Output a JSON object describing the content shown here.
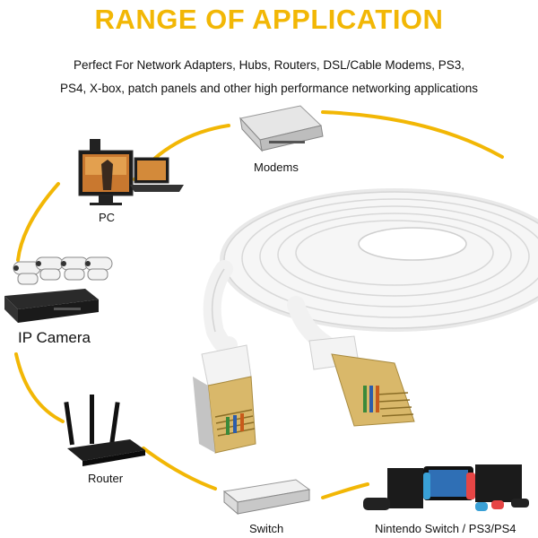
{
  "title": "RANGE OF APPLICATION",
  "subtitle_line1": "Perfect For Network Adapters, Hubs, Routers, DSL/Cable Modems, PS3,",
  "subtitle_line2": "PS4, X-box, patch panels and other high performance networking applications",
  "devices": [
    {
      "name": "modems",
      "label": "Modems"
    },
    {
      "name": "pc",
      "label": "PC"
    },
    {
      "name": "ip-camera",
      "label": "IP Camera"
    },
    {
      "name": "router",
      "label": "Router"
    },
    {
      "name": "switch",
      "label": "Switch"
    },
    {
      "name": "console",
      "label": "Nintendo Switch / PS3/PS4"
    }
  ],
  "colors": {
    "accent": "#f2b705",
    "title": "#f2b705",
    "cable": "#f4f4f4"
  }
}
